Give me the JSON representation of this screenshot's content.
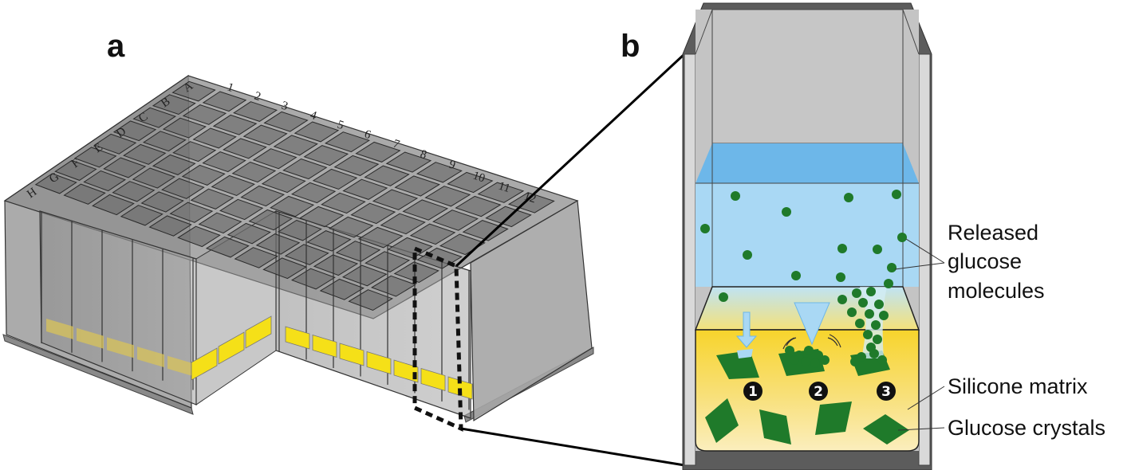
{
  "panels": {
    "a": "a",
    "b": "b"
  },
  "plate": {
    "row_labels": [
      "A",
      "B",
      "C",
      "D",
      "E",
      "F",
      "G",
      "H"
    ],
    "column_labels": [
      "1",
      "2",
      "3",
      "4",
      "5",
      "6",
      "7",
      "8",
      "9",
      "10",
      "11",
      "12"
    ]
  },
  "callouts": {
    "released_line1": "Released",
    "released_line2": "glucose",
    "released_line3": "molecules",
    "silicone": "Silicone matrix",
    "crystals": "Glucose crystals"
  },
  "steps": [
    "1",
    "2",
    "3"
  ],
  "colors": {
    "matrix_yellow": "#f7d430",
    "medium_blue": "#a9d8f4",
    "glucose_green": "#1f7a2a",
    "well_gray": "#5a5a5a"
  }
}
